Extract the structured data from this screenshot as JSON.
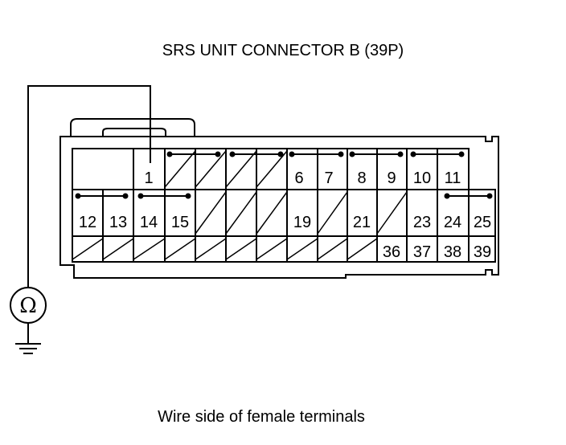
{
  "title": "SRS UNIT CONNECTOR B (39P)",
  "caption": "Wire side of female terminals",
  "meter": {
    "symbol": "Ω",
    "icon": "ohmmeter-icon",
    "ground_icon": "ground-icon"
  },
  "connector": {
    "terminals_total": 39,
    "rows": [
      {
        "row": 1,
        "cells": [
          "",
          "1",
          "/",
          "/",
          "/",
          "/",
          "6",
          "7",
          "8",
          "9",
          "10",
          "11"
        ]
      },
      {
        "row": 2,
        "cells": [
          "12",
          "13",
          "14",
          "15",
          "/",
          "/",
          "/",
          "19",
          "/",
          "21",
          "/",
          "23",
          "24",
          "25"
        ]
      },
      {
        "row": 3,
        "cells": [
          "/",
          "/",
          "/",
          "/",
          "/",
          "/",
          "/",
          "/",
          "/",
          "/",
          "36",
          "37",
          "38",
          "39"
        ]
      }
    ]
  }
}
